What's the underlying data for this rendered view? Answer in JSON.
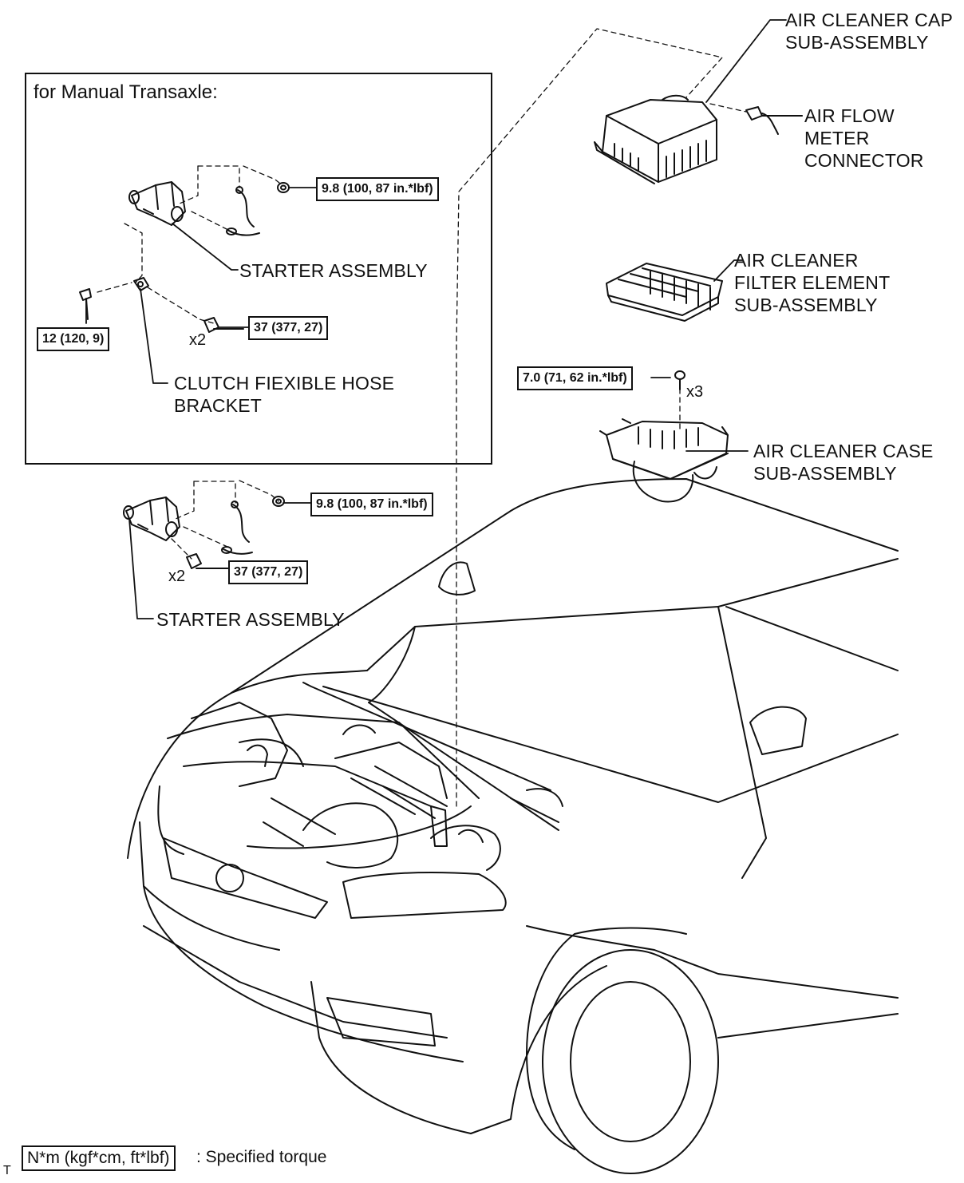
{
  "manual_section": {
    "title": "for Manual Transaxle:",
    "torque_nut": "9.8 (100, 87 in.*lbf)",
    "torque_bracket_bolt": "12 (120, 9)",
    "torque_starter_bolts": "37 (377, 27)",
    "starter_bolts_qty": "x2",
    "starter_label": "STARTER ASSEMBLY",
    "bracket_label": "CLUTCH FIEXIBLE HOSE\nBRACKET"
  },
  "auto_section": {
    "torque_nut": "9.8 (100, 87 in.*lbf)",
    "torque_starter_bolts": "37 (377, 27)",
    "starter_bolts_qty": "x2",
    "starter_label": "STARTER ASSEMBLY"
  },
  "air_cleaner": {
    "cap_label": "AIR CLEANER CAP\nSUB-ASSEMBLY",
    "flow_meter_label": "AIR FLOW\nMETER\nCONNECTOR",
    "filter_label": "AIR CLEANER\nFILTER ELEMENT\nSUB-ASSEMBLY",
    "case_torque": "7.0 (71, 62 in.*lbf)",
    "case_bolts_qty": "x3",
    "case_label": "AIR CLEANER CASE\nSUB-ASSEMBLY"
  },
  "legend": {
    "unit_box": "N*m (kgf*cm, ft*lbf)",
    "text": ": Specified torque"
  },
  "corner_mark": "T"
}
